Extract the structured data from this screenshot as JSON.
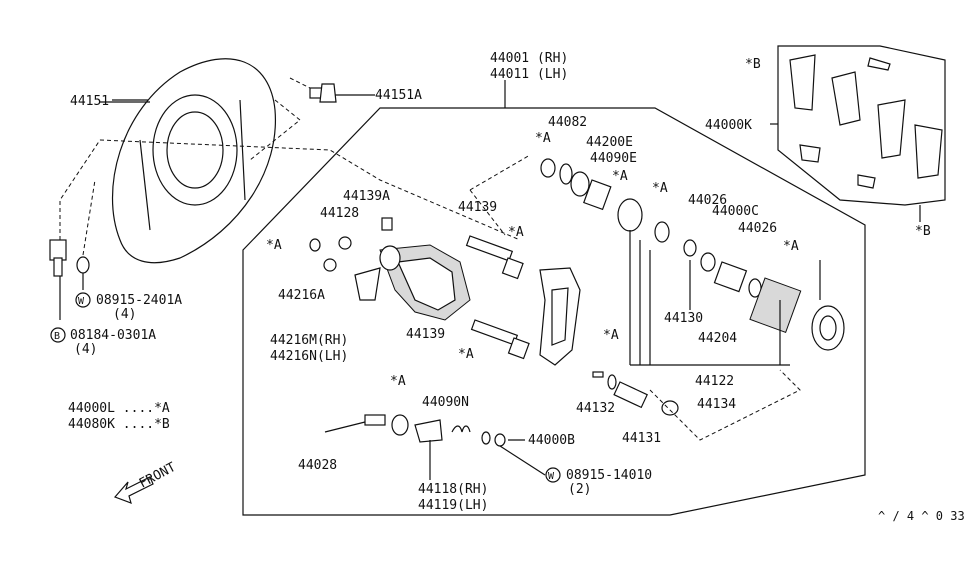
{
  "labels": {
    "p44151": "44151",
    "p44151A": "44151A",
    "p44001": "44001 (RH)",
    "p44011": "44011 (LH)",
    "p44082": "44082",
    "p44200E": "44200E",
    "p44090E": "44090E",
    "p44026a": "44026",
    "p44000C": "44000C",
    "p44026b": "44026",
    "p44000K": "44000K",
    "p44139A": "44139A",
    "p44128": "44128",
    "p44139a": "44139",
    "p44216A": "44216A",
    "p44216M": "44216M(RH)",
    "p44216N": "44216N(LH)",
    "p44139b": "44139",
    "p44130": "44130",
    "p44204": "44204",
    "p44122": "44122",
    "p44132": "44132",
    "p44134": "44134",
    "p44131": "44131",
    "p44090N": "44090N",
    "p44000B": "44000B",
    "p44028": "44028",
    "p44118": "44118(RH)",
    "p44119": "44119(LH)",
    "w1": "08915-2401A",
    "w1q": "(4)",
    "b1": "08184-0301A",
    "b1q": "(4)",
    "w2": "08915-14010",
    "w2q": "(2)",
    "leg1": "44000L ....*A",
    "leg2": "44080K ....*B",
    "front": "FRONT",
    "starA": "*A",
    "starB": "*B",
    "wCircle": "W",
    "bCircle": "B",
    "code": "^ / 4 ^ 0 33"
  }
}
